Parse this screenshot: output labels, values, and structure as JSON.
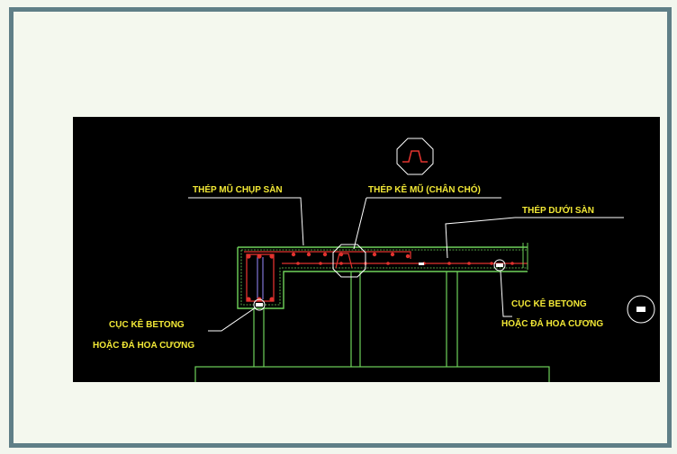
{
  "labels": {
    "thep_mu_chup_san": "THÉP MŨ CHỤP SÀN",
    "thep_ke_mu": "THÉP KÊ MŨ (CHÂN CHÓ)",
    "thep_duoi_san": "THÉP DƯỚI SÀN",
    "cuc_ke_left_1": "CỤC KÊ BETONG",
    "cuc_ke_left_2": "HOẶC ĐÁ HOA CƯƠNG",
    "cuc_ke_right_1": "CỤC KÊ BETONG",
    "cuc_ke_right_2": "HOẶC ĐÁ HOA CƯƠNG"
  },
  "colors": {
    "background": "#000000",
    "label_text": "#f2e836",
    "concrete_outline": "#6fd25a",
    "rebar": "#e0322e",
    "leader_lines": "#ffffff",
    "frame_border": "#5f7f87"
  },
  "icons": [
    "chan-cho-symbol-icon",
    "spacer-symbol-icon"
  ]
}
